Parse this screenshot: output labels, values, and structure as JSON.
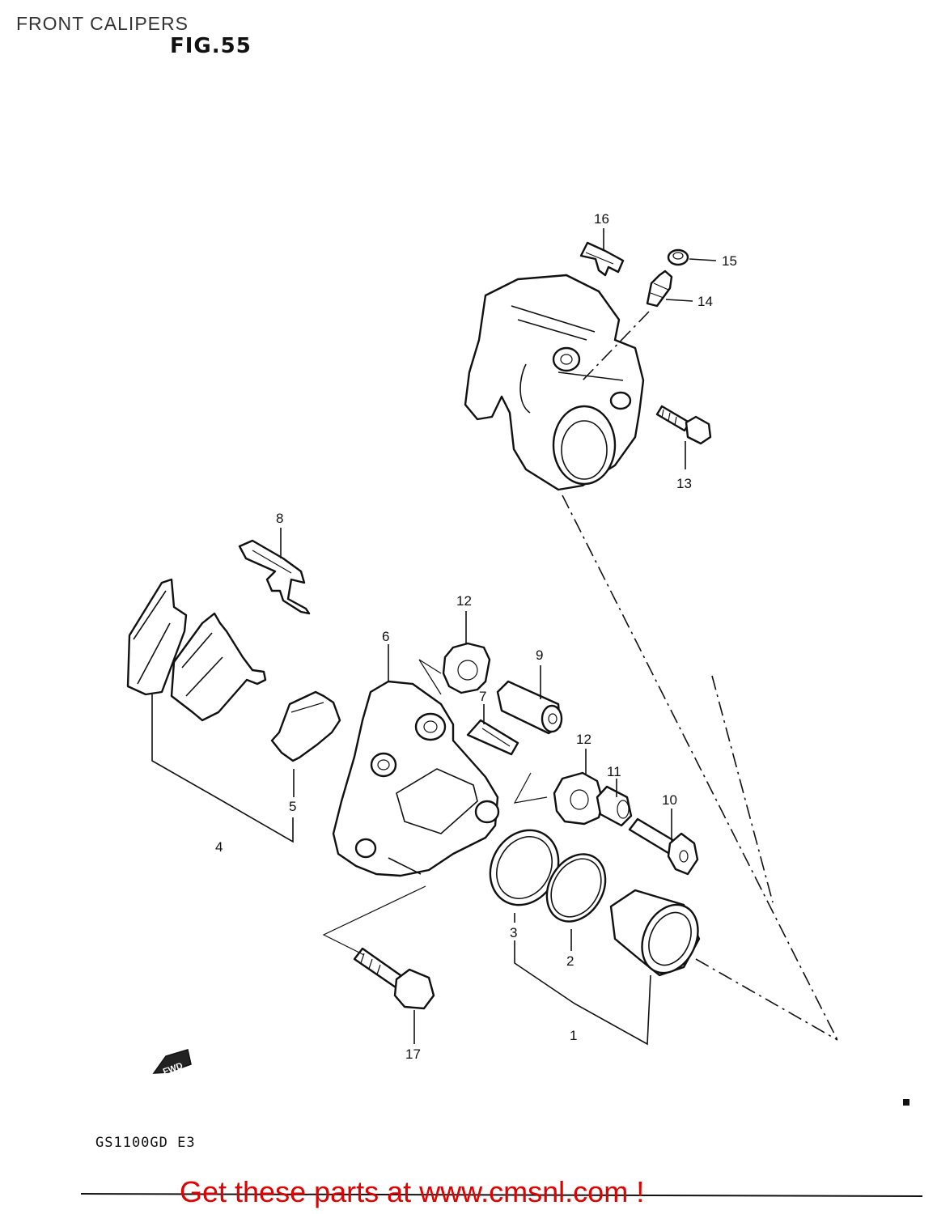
{
  "header": {
    "title": "FRONT CALIPERS",
    "figure": "FIG.55"
  },
  "callouts": [
    "16",
    "15",
    "14",
    "13",
    "8",
    "12",
    "6",
    "9",
    "7",
    "12",
    "11",
    "10",
    "4",
    "5",
    "3",
    "2",
    "1",
    "17"
  ],
  "fwd_label": "FWD",
  "model_code": "GS1100GD E3",
  "promo_text": "Get these parts at www.cmsnl.com !",
  "colors": {
    "promo": "#e00000",
    "ink": "#111111"
  }
}
